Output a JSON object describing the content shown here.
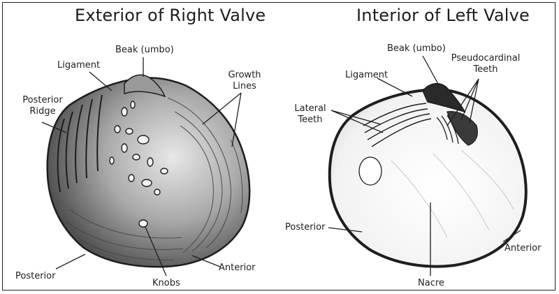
{
  "titles": {
    "left": "Exterior of Right Valve",
    "right": "Interior of Left Valve"
  },
  "left_labels": {
    "beak": "Beak (umbo)",
    "ligament": "Ligament",
    "posterior_ridge_1": "Posterior",
    "posterior_ridge_2": "Ridge",
    "growth_lines_1": "Growth",
    "growth_lines_2": "Lines",
    "posterior": "Posterior",
    "knobs": "Knobs",
    "anterior": "Anterior"
  },
  "right_labels": {
    "beak": "Beak (umbo)",
    "pseudocardinal_1": "Pseudocardinal",
    "pseudocardinal_2": "Teeth",
    "ligament": "Ligament",
    "lateral_teeth_1": "Lateral",
    "lateral_teeth_2": "Teeth",
    "posterior": "Posterior",
    "anterior": "Anterior",
    "nacre": "Nacre"
  },
  "colors": {
    "ink": "#1e1e1e",
    "shell_dark": "#3a3a3a",
    "shell_light": "#d9d9d9"
  }
}
